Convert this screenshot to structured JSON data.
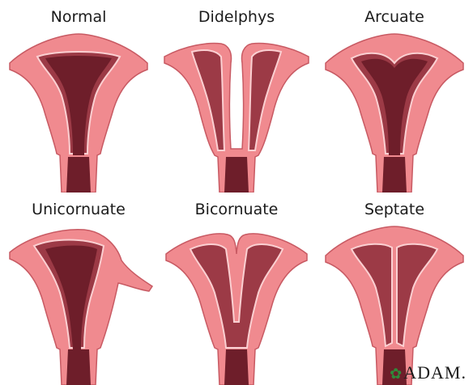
{
  "figure": {
    "panels": [
      {
        "label": "Normal",
        "variant": "normal"
      },
      {
        "label": "Didelphys",
        "variant": "didelphys"
      },
      {
        "label": "Arcuate",
        "variant": "arcuate"
      },
      {
        "label": "Unicornuate",
        "variant": "unicornuate"
      },
      {
        "label": "Bicornuate",
        "variant": "bicornuate"
      },
      {
        "label": "Septate",
        "variant": "septate"
      }
    ],
    "watermark": "ADAM."
  },
  "colors": {
    "tissue": "#f08a8f",
    "tissue_edge": "#c85a63",
    "cavity": "#6e1e2a",
    "cavity_light": "#9c3a46",
    "cavity_rim": "#fbd0d2"
  }
}
